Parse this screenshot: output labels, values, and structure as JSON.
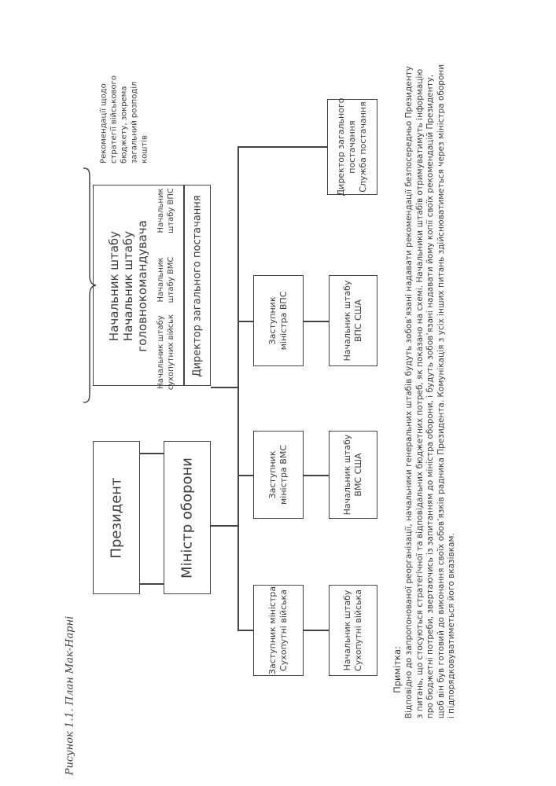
{
  "diagram": {
    "president": "Президент",
    "defense_minister": "Міністр оборони",
    "chief_of_staff_line1": "Начальник штабу",
    "chief_of_staff_line2": "Начальник штабу",
    "chief_of_staff_line3": "головнокомандувача",
    "army_chief_line1": "Начальник штабу",
    "army_chief_line2": "сухопутних військ",
    "navy_chief_line1": "Начальник",
    "navy_chief_line2": "штабу ВМС",
    "airforce_chief_line1": "Начальник",
    "airforce_chief_line2": "штабу ВПС",
    "supply_director_bar": "Директор загального постачання",
    "recommendations_line1": "Рекомендації щодо",
    "recommendations_line2": "стратегії військового",
    "recommendations_line3": "бюджету, зокрема",
    "recommendations_line4": "загальний розподіл",
    "recommendations_line5": "коштів",
    "deputy_army_line1": "Заступник міністра",
    "deputy_army_line2": "Сухопутні війська",
    "deputy_navy_line1": "Заступник",
    "deputy_navy_line2": "міністра ВМС",
    "deputy_airforce_line1": "Заступник",
    "deputy_airforce_line2": "міністра ВПС",
    "director_supply_line1": "Директор загального",
    "director_supply_line2": "постачання",
    "director_supply_line3": "Служба постачання",
    "staff_army_line1": "Начальник штабу",
    "staff_army_line2": "Сухопутні війська",
    "staff_navy_line1": "Начальник штабу",
    "staff_navy_line2": "ВМС США",
    "staff_airforce_line1": "Начальник штабу",
    "staff_airforce_line2": "ВПС США"
  },
  "note": {
    "title": "Примітка:",
    "line1": "Відповідно до запропонованої реорганізації, начальники генеральних штабів будуть зобов’язані надавати рекомендації безпосередньо Президенту",
    "line2": "з питань, що стосуються стратегічної та відповідальних бюджетних потреб, як показано на схемі. Начальники штабів отримуватимуть інформацію",
    "line3": "про бюджетні потреби, звертаючись із запитанням до міністра оборони, і будуть зобов’язані надавати йому копії своїх рекомендацій Президенту,",
    "line4": "щоб він був готовий до виконання своїх обов’язків радника Президента. Комунікація з усіх інших питань здійснюватиметься через міністра оборони",
    "line5": "і підпорядковуватиметься його вказівкам."
  },
  "caption": "Рисунок 1.1. План Мак-Нарні"
}
